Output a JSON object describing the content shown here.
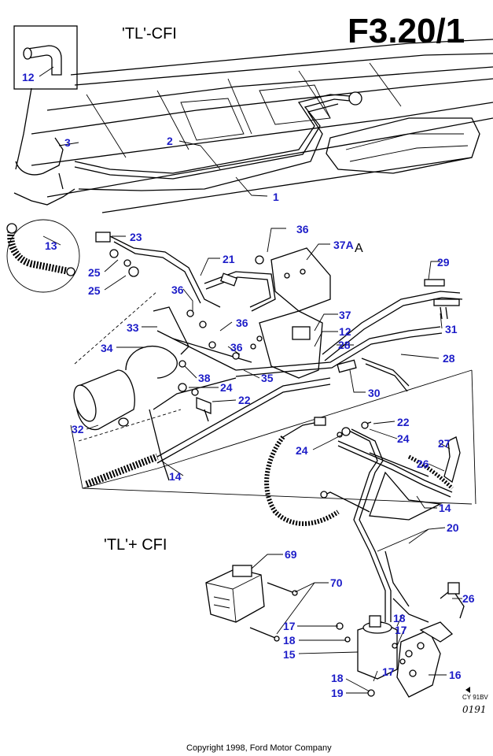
{
  "diagram": {
    "sheet_code": "F3.20/1",
    "section_top": "'TL'-CFI",
    "section_bottom": "'TL'+ CFI",
    "copyright": "Copyright 1998, Ford Motor Company",
    "stamp_code": "CY 91BV",
    "handwritten_note": "0191",
    "stray_mark": "A",
    "label_color": "#1d1dc8",
    "callouts": [
      "12",
      "3",
      "2",
      "1",
      "13",
      "23",
      "36",
      "37A",
      "25",
      "21",
      "25",
      "29",
      "36",
      "33",
      "36",
      "37",
      "31",
      "34",
      "12",
      "36",
      "28",
      "28",
      "38",
      "35",
      "24",
      "22",
      "30",
      "32",
      "22",
      "24",
      "27",
      "26",
      "14",
      "14",
      "20",
      "69",
      "70",
      "26",
      "17",
      "18",
      "17",
      "15",
      "18",
      "17",
      "16",
      "18",
      "19"
    ]
  }
}
